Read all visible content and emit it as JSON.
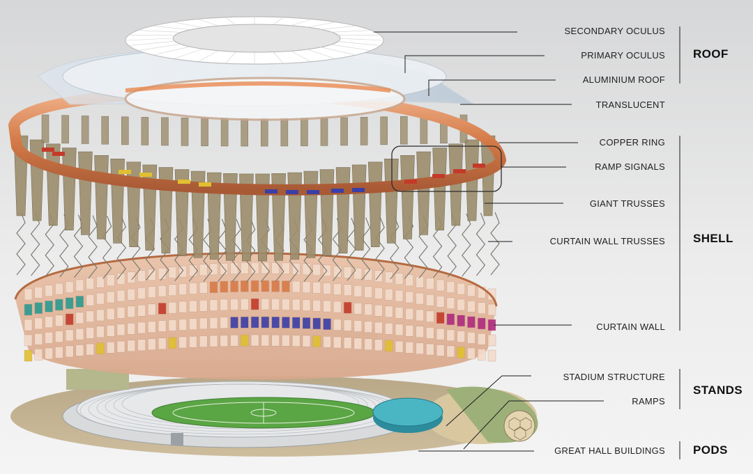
{
  "callouts": [
    {
      "id": "secondary-oculus",
      "text": "SECONDARY OCULUS"
    },
    {
      "id": "primary-oculus",
      "text": "PRIMARY OCULUS"
    },
    {
      "id": "aluminium-roof",
      "text": "ALUMINIUM ROOF"
    },
    {
      "id": "translucent",
      "text": "TRANSLUCENT"
    },
    {
      "id": "copper-ring",
      "text": "COPPER RING"
    },
    {
      "id": "ramp-signals",
      "text": "RAMP SIGNALS"
    },
    {
      "id": "giant-trusses",
      "text": "GIANT TRUSSES"
    },
    {
      "id": "curtain-wall-trusses",
      "text": "CURTAIN WALL TRUSSES"
    },
    {
      "id": "curtain-wall",
      "text": "CURTAIN WALL"
    },
    {
      "id": "stadium-structure",
      "text": "STADIUM STRUCTURE"
    },
    {
      "id": "ramps",
      "text": "RAMPS"
    },
    {
      "id": "great-hall-buildings",
      "text": "GREAT HALL BUILDINGS"
    }
  ],
  "groups": [
    {
      "id": "roof",
      "text": "ROOF"
    },
    {
      "id": "shell",
      "text": "SHELL"
    },
    {
      "id": "stands",
      "text": "STANDS"
    },
    {
      "id": "pods",
      "text": "PODS"
    }
  ],
  "colors": {
    "copper": "#d98a55",
    "truss": "#9a8a6a",
    "pitch": "#4f9a3a",
    "pod": "#3aa0b0",
    "panel_blue": "#3a3fa8",
    "panel_red": "#c43a2a",
    "panel_yellow": "#e0c030",
    "panel_teal": "#2a9a90",
    "panel_magenta": "#b02a80"
  }
}
